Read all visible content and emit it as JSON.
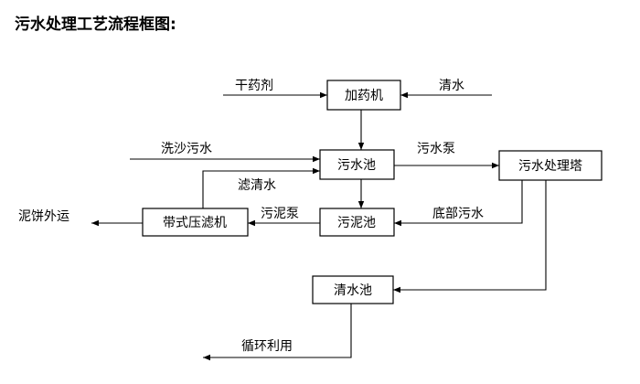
{
  "title": "污水处理工艺流程框图:",
  "nodes": {
    "dosing_machine": "加药机",
    "sewage_pool": "污水池",
    "treatment_tower": "污水处理塔",
    "sludge_pool": "污泥池",
    "belt_filter_press": "带式压滤机",
    "clear_water_pool": "清水池"
  },
  "labels": {
    "dry_agent": "干药剂",
    "clear_water": "清水",
    "sand_wash_water": "洗沙污水",
    "sewage_pump": "污水泵",
    "filtrate_water": "滤清水",
    "bottom_sewage": "底部污水",
    "sludge_pump": "污泥泵",
    "cake_out": "泥饼外运",
    "recycle": "循环利用"
  }
}
